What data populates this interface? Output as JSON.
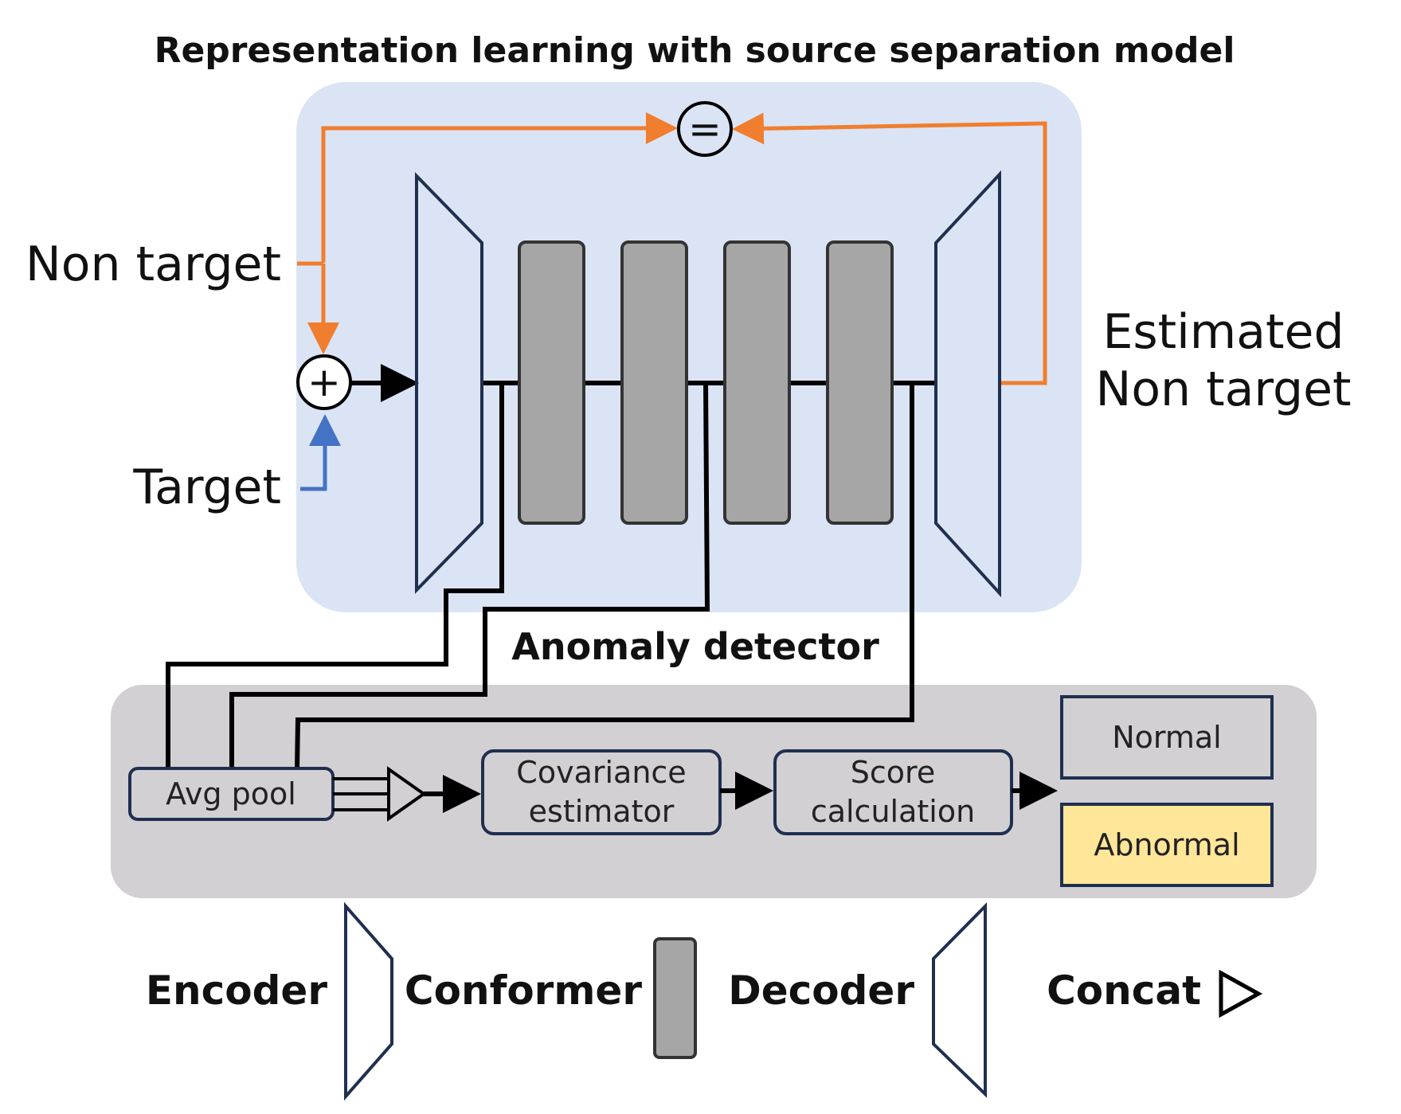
{
  "title": "Representation learning with source separation model",
  "inputs": {
    "non_target": "Non target",
    "target": "Target",
    "sum_symbol": "+",
    "equal_symbol": "="
  },
  "output": {
    "line1": "Estimated",
    "line2": "Non target"
  },
  "anomaly_detector": {
    "label": "Anomaly detector",
    "avg_pool": "Avg pool",
    "covariance": [
      "Covariance",
      "estimator"
    ],
    "score": [
      "Score",
      "calculation"
    ],
    "normal": "Normal",
    "abnormal": "Abnormal"
  },
  "legend": {
    "encoder": "Encoder",
    "conformer": "Conformer",
    "decoder": "Decoder",
    "concat": "Concat"
  },
  "colors": {
    "separation_bg": "#dbe4f4",
    "detector_bg": "#d2d0d2",
    "conformer_fill": "#a6a6a6",
    "outline": "#1f2f4f",
    "non_target_arrow": "#f07e2e",
    "target_arrow": "#4472c4",
    "abnormal_fill": "#ffe699"
  }
}
